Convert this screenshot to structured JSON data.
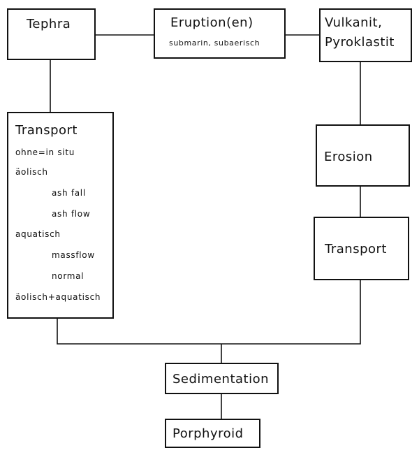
{
  "nodes": {
    "tephra": {
      "label": "Tephra"
    },
    "eruption": {
      "label": "Eruption(en)",
      "sub": "submarin, subaerisch"
    },
    "vulkanit": {
      "label_line1": "Vulkanit,",
      "label_line2": "Pyroklastit"
    },
    "transport_left": {
      "label": "Transport",
      "items": [
        "ohne=in situ",
        "äolisch",
        "ash fall",
        "ash flow",
        "aquatisch",
        "massflow",
        "normal",
        "äolisch+aquatisch"
      ]
    },
    "erosion": {
      "label": "Erosion"
    },
    "transport_right": {
      "label": "Transport"
    },
    "sedimentation": {
      "label": "Sedimentation"
    },
    "porphyroid": {
      "label": "Porphyroid"
    }
  },
  "edges": [
    [
      "tephra",
      "eruption"
    ],
    [
      "eruption",
      "vulkanit"
    ],
    [
      "tephra",
      "transport_left"
    ],
    [
      "vulkanit",
      "erosion"
    ],
    [
      "erosion",
      "transport_right"
    ],
    [
      "transport_left",
      "sedimentation"
    ],
    [
      "transport_right",
      "sedimentation"
    ],
    [
      "sedimentation",
      "porphyroid"
    ]
  ]
}
